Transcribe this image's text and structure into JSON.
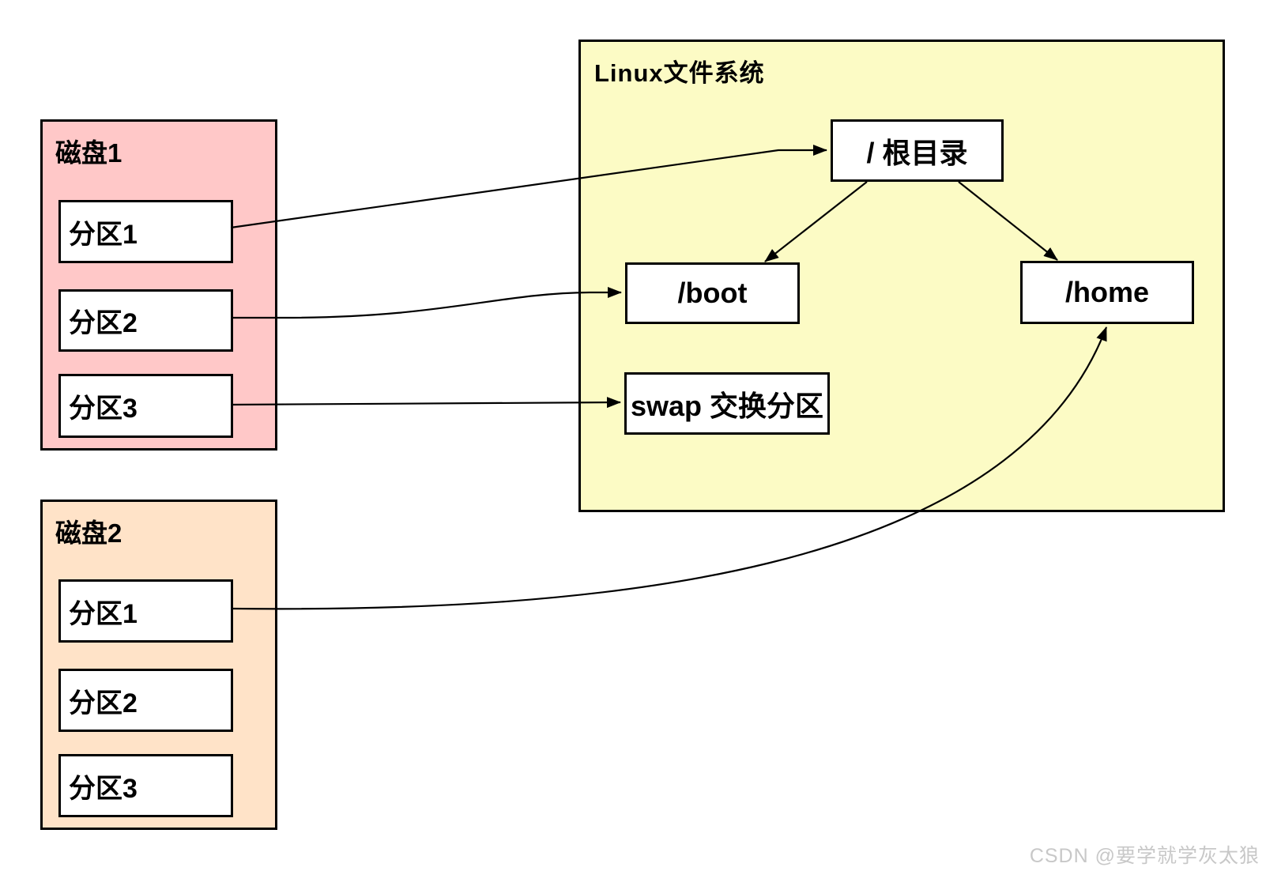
{
  "filesystem": {
    "title": "Linux文件系统",
    "nodes": {
      "root": "/ 根目录",
      "boot": "/boot",
      "home": "/home",
      "swap": "swap 交换分区"
    }
  },
  "disk1": {
    "title": "磁盘1",
    "partitions": [
      "分区1",
      "分区2",
      "分区3"
    ]
  },
  "disk2": {
    "title": "磁盘2",
    "partitions": [
      "分区1",
      "分区2",
      "分区3"
    ]
  },
  "connections": [
    {
      "from": "磁盘1/分区1",
      "to": "/ 根目录"
    },
    {
      "from": "磁盘1/分区2",
      "to": "/boot"
    },
    {
      "from": "磁盘1/分区3",
      "to": "swap 交换分区"
    },
    {
      "from": "/ 根目录",
      "to": "/boot"
    },
    {
      "from": "/ 根目录",
      "to": "/home"
    },
    {
      "from": "磁盘2/分区1",
      "to": "/home"
    }
  ],
  "watermark": "CSDN @要学就学灰太狼",
  "colors": {
    "disk1_bg": "#ffc8c8",
    "disk2_bg": "#ffe3c8",
    "filesystem_bg": "#fcfbc5",
    "node_bg": "#ffffff",
    "border": "#000000",
    "text": "#000000",
    "watermark": "#c8c8c8"
  }
}
